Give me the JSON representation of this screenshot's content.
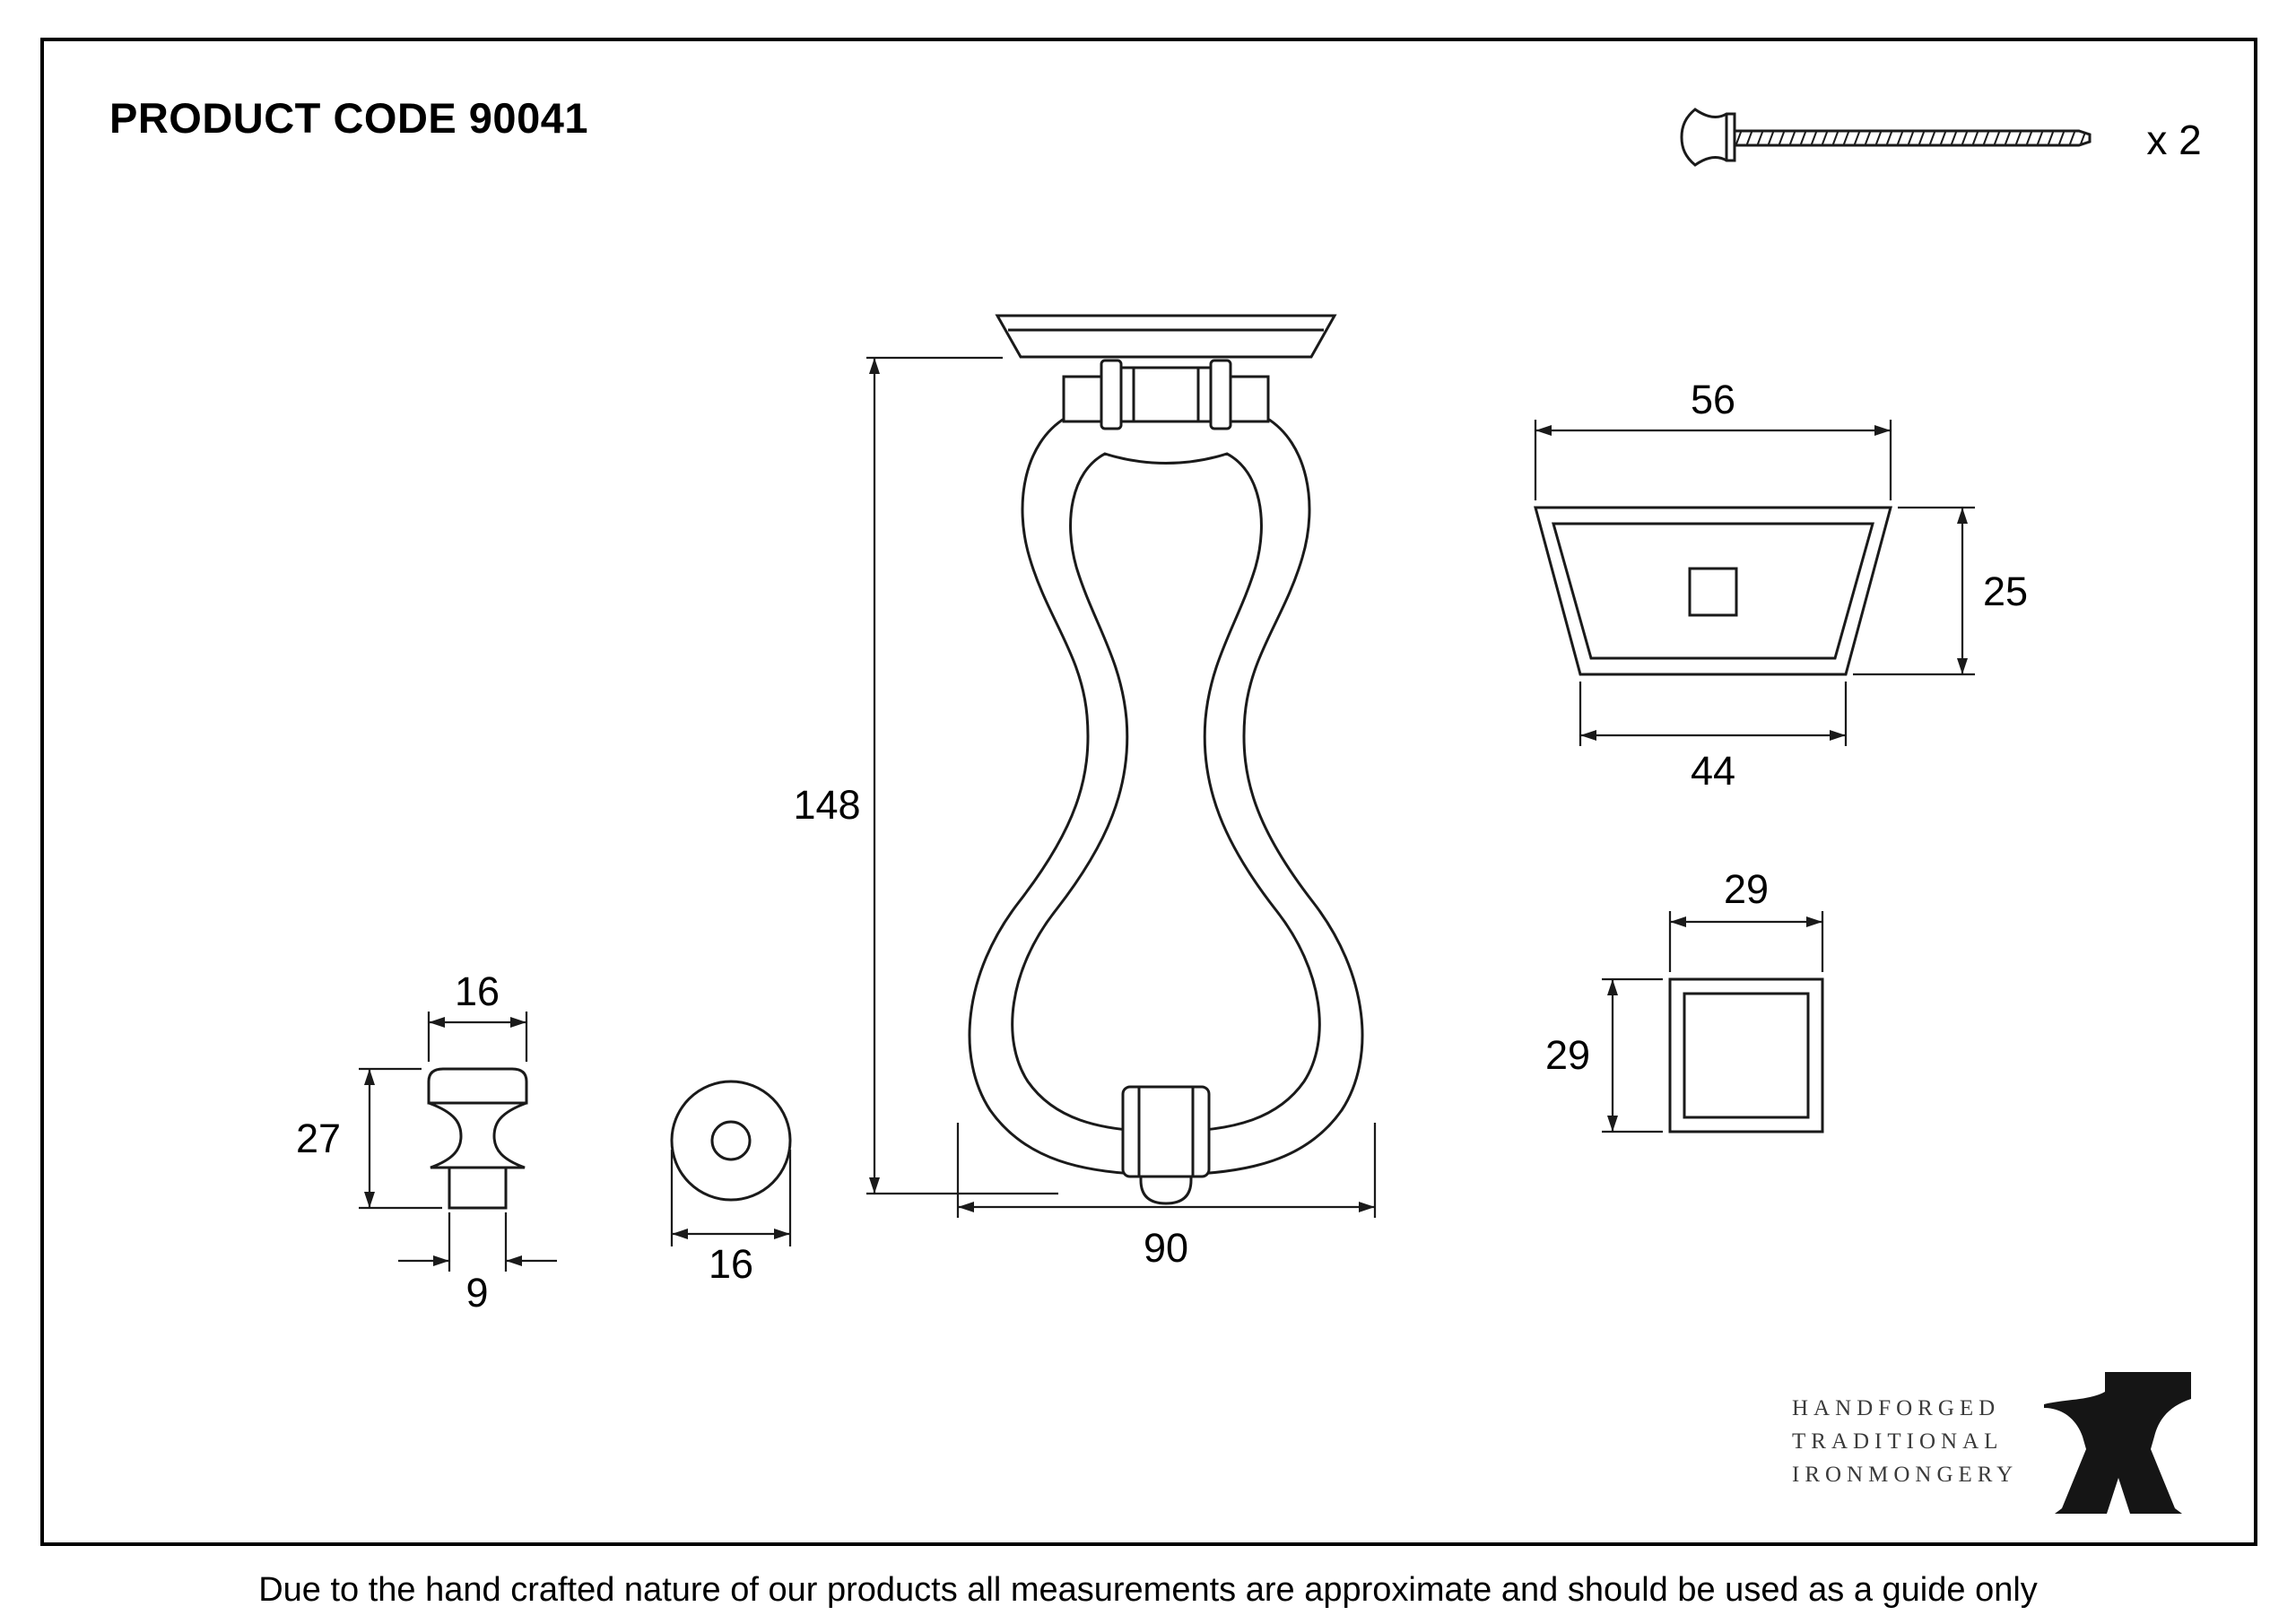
{
  "header": {
    "product_code": "PRODUCT CODE 90041"
  },
  "screw": {
    "quantity_label": "x 2"
  },
  "knocker": {
    "height": "148",
    "width": "90"
  },
  "bracket": {
    "top_width": "56",
    "side_height": "25",
    "bottom_width": "44"
  },
  "back_plate": {
    "width": "29",
    "height": "29"
  },
  "knob": {
    "top_width": "16",
    "height": "27",
    "base_width": "9"
  },
  "washer": {
    "diameter": "16"
  },
  "logo": {
    "line1": "HANDFORGED",
    "line2": "TRADITIONAL",
    "line3": "IRONMONGERY"
  },
  "footer": {
    "disclaimer": "Due to the hand crafted nature of our products all measurements are approximate and should be used as a guide only"
  },
  "colors": {
    "line": "#1a1a1a",
    "text": "#000000",
    "logo_text": "#3a3a3a"
  }
}
